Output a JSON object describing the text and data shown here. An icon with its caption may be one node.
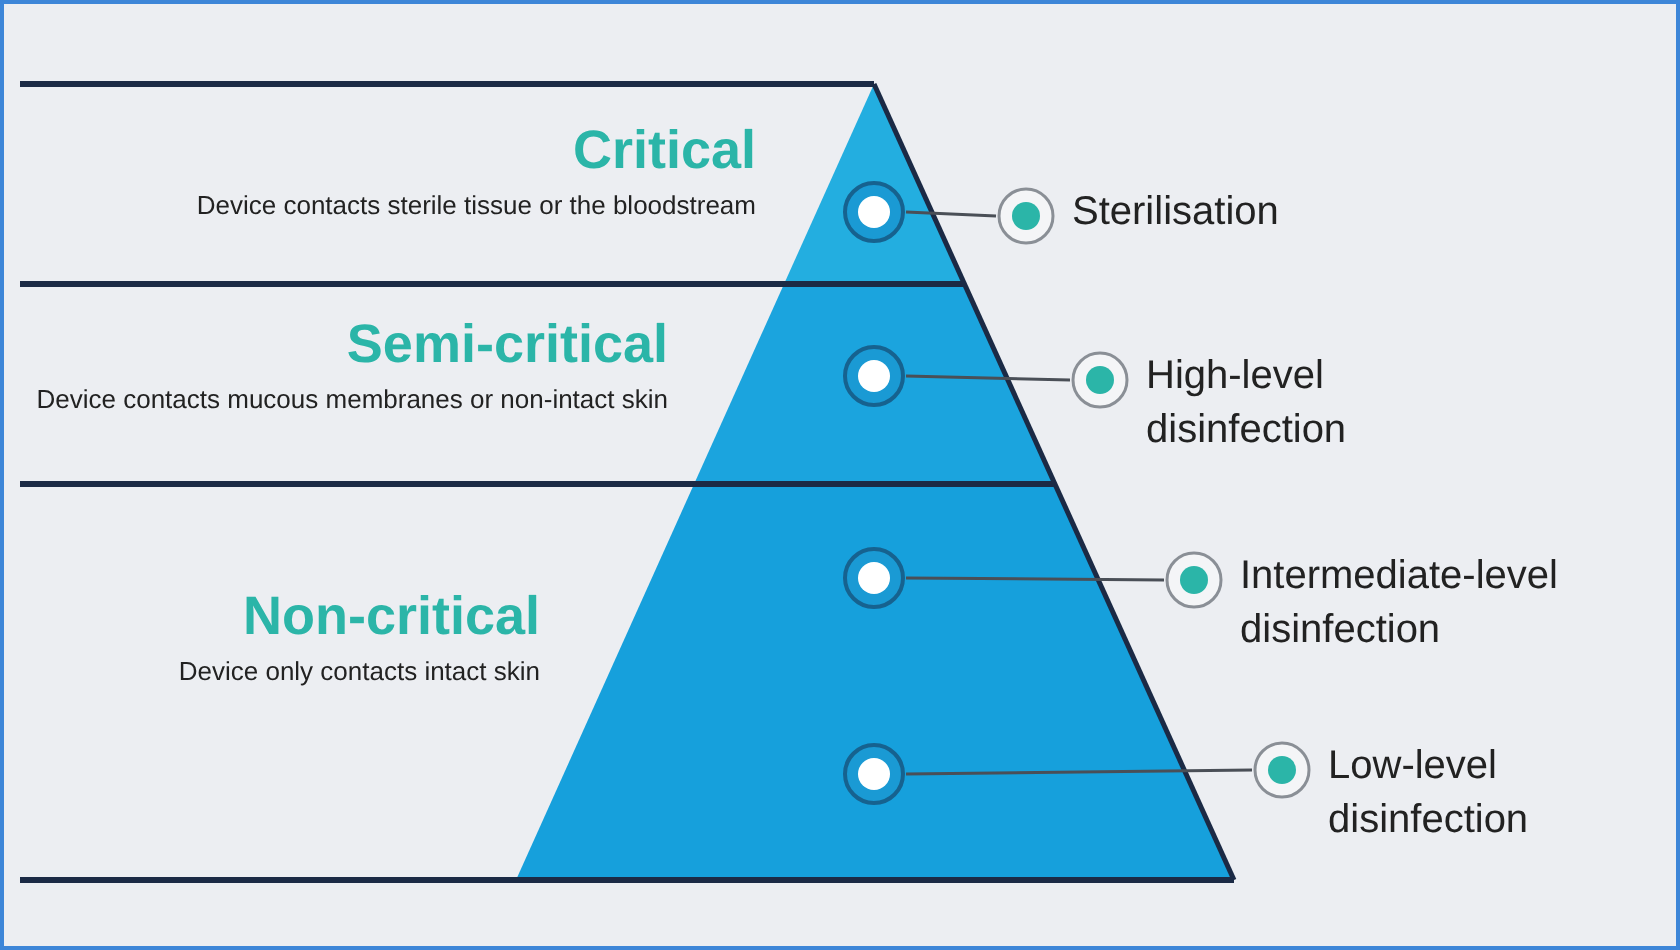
{
  "diagram": {
    "nodes": [
      {
        "text": [
          "Critical",
          "Device contacts sterile tissue or the bloodstream"
        ]
      },
      {
        "text": [],
        "shape": "circle"
      },
      {
        "text": [
          "Sterilisation"
        ]
      },
      {
        "text": [
          "Semi-critical",
          "Device contacts mucous membranes or non-intact skin"
        ]
      },
      {
        "text": [],
        "shape": "circle"
      },
      {
        "text": [
          "High-level disinfection"
        ]
      },
      {
        "text": [
          "Non-critical",
          "Device only contacts intact skin"
        ]
      },
      {
        "text": [],
        "shape": "circle"
      },
      {
        "text": [
          "Intermediate-level disinfection"
        ]
      },
      {
        "text": [],
        "shape": "circle"
      },
      {
        "text": [
          "Low-level disinfection"
        ]
      }
    ],
    "edges": [
      {
        "from": 1,
        "to": 2,
        "arrow": "none"
      },
      {
        "from": 4,
        "to": 5,
        "arrow": "none"
      },
      {
        "from": 7,
        "to": 8,
        "arrow": "none"
      },
      {
        "from": 9,
        "to": 10,
        "arrow": "none"
      }
    ]
  }
}
